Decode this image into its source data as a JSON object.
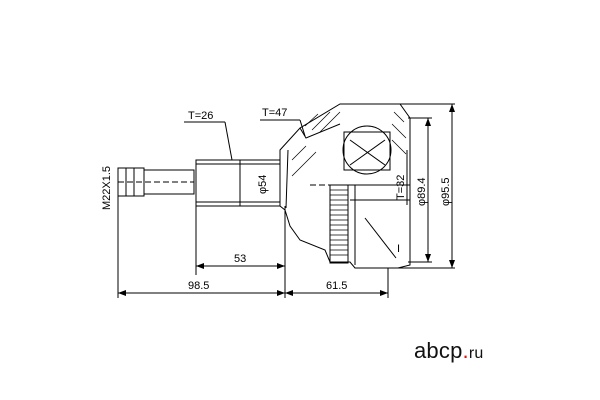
{
  "drawing": {
    "dims": {
      "thread": "M22X1.5",
      "spline_outer": "T=26",
      "spline_bell": "T=47",
      "shaft_diameter": "φ54",
      "spline_inner": "T=32",
      "d_inner": "φ89.4",
      "d_outer": "φ95.5",
      "len_shaft": "53",
      "len_total_left": "98.5",
      "len_bell": "61.5",
      "marker": "I"
    }
  },
  "watermark": {
    "brand": "abcp",
    "dot": ".",
    "tld": "ru"
  }
}
